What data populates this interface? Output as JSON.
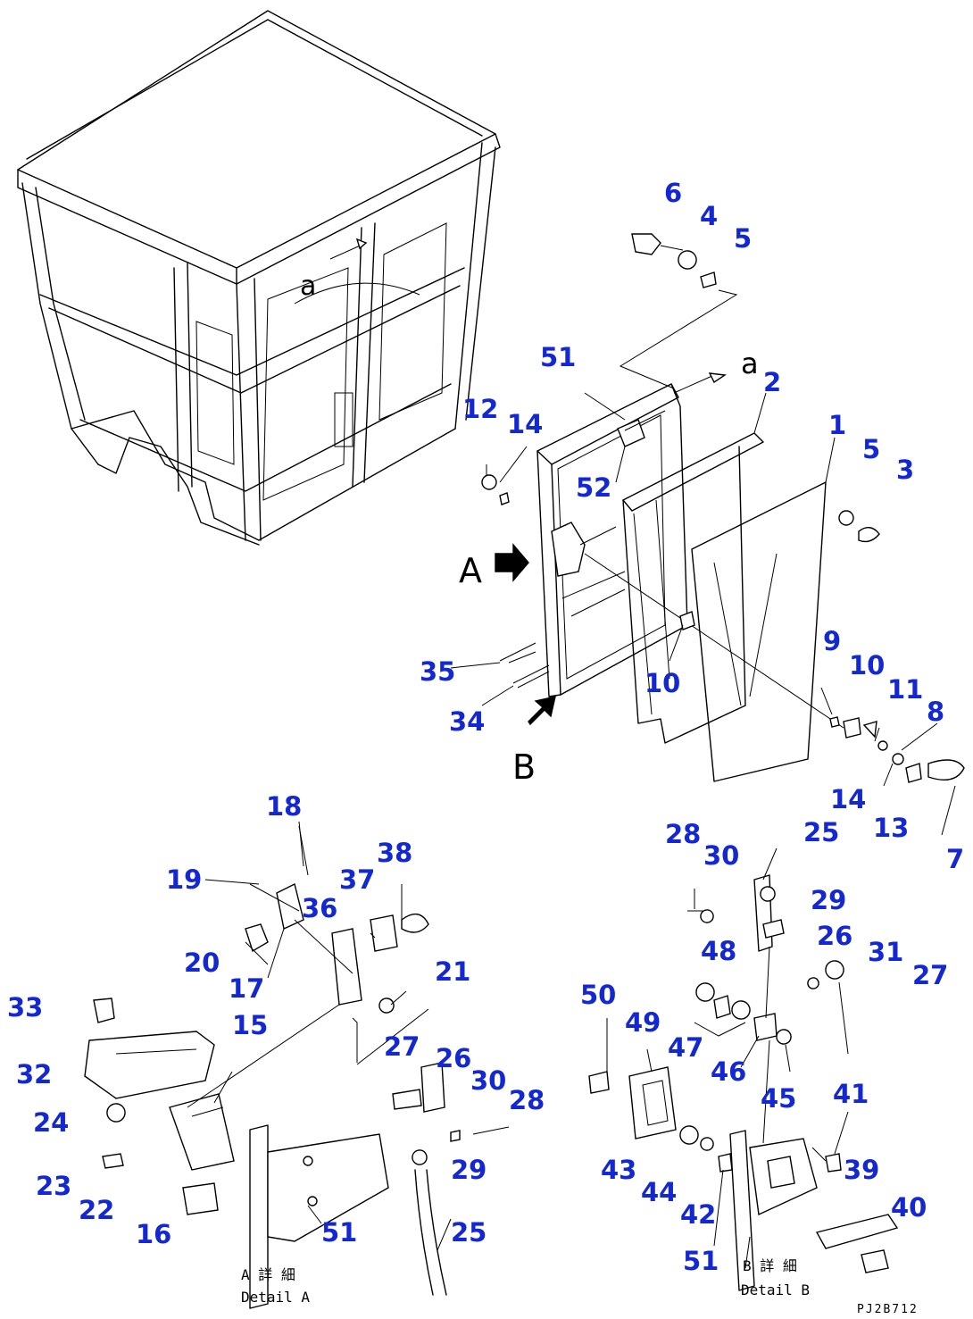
{
  "callouts": {
    "p6": "6",
    "p4": "4",
    "p5_top": "5",
    "p51_top": "51",
    "view_a_label": "a",
    "p2": "2",
    "p12": "12",
    "p14_left": "14",
    "p1": "1",
    "p5_right": "5",
    "p3": "3",
    "p52": "52",
    "view_A": "A",
    "p35": "35",
    "p34": "34",
    "view_B": "B",
    "p10_mid": "10",
    "p9": "9",
    "p10_right": "10",
    "p11": "11",
    "p8": "8",
    "p14_right": "14",
    "p13": "13",
    "p7": "7",
    "p18": "18",
    "p38": "38",
    "p19": "19",
    "p37": "37",
    "p36": "36",
    "p20": "20",
    "p17": "17",
    "p21": "21",
    "p33": "33",
    "p15": "15",
    "p27_a": "27",
    "p26_a": "26",
    "p32": "32",
    "p30_a": "30",
    "p28_a": "28",
    "p24": "24",
    "p29_a": "29",
    "p23": "23",
    "p22": "22",
    "p16": "16",
    "p51_a": "51",
    "p25_a": "25",
    "p28_b": "28",
    "p30_b": "30",
    "p25_b": "25",
    "p29_b": "29",
    "p26_b": "26",
    "p48": "48",
    "p31": "31",
    "p27_b": "27",
    "p50": "50",
    "p49": "49",
    "p47": "47",
    "p46": "46",
    "p45": "45",
    "p41": "41",
    "p39": "39",
    "p43": "43",
    "p44": "44",
    "p42": "42",
    "p40": "40",
    "p51_b": "51"
  },
  "cab_view_label": "a",
  "detail_a": {
    "jp": "A 詳 細",
    "en": "Detail A"
  },
  "detail_b": {
    "jp": "B 詳 細",
    "en": "Detail B"
  },
  "drawing_code": "PJ2B712",
  "colors": {
    "callout": "#1428d2",
    "linework": "#000000",
    "background": "#ffffff"
  }
}
